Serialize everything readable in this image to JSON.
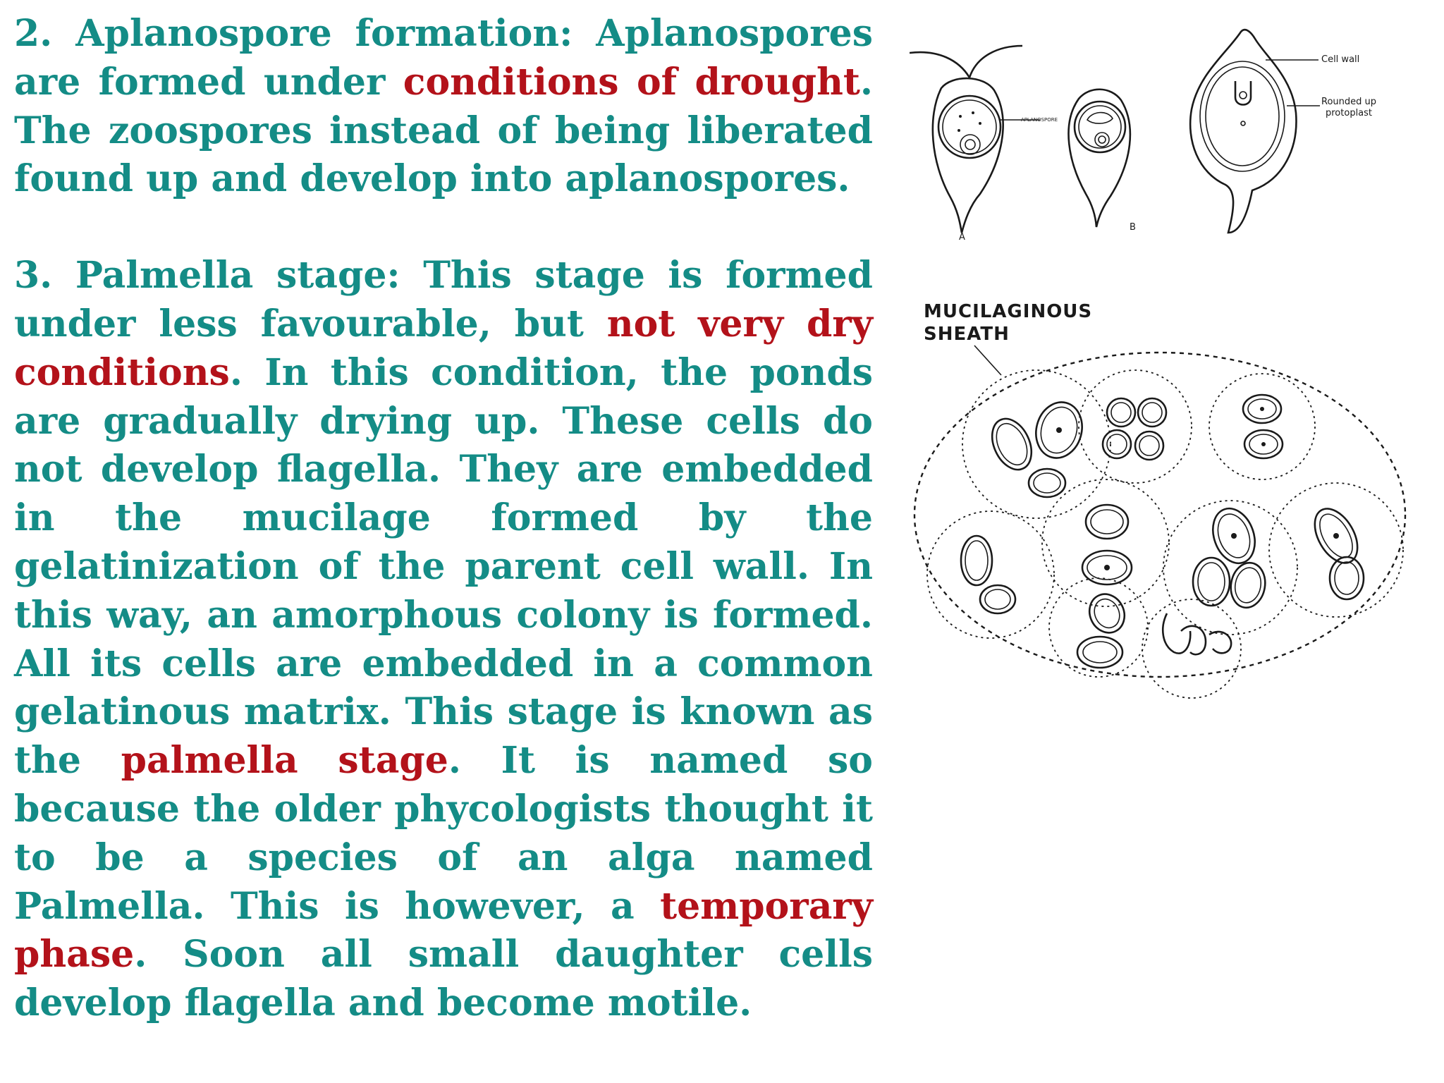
{
  "paragraph2": {
    "part1": "2. Aplanospore formation: Aplanospores are formed under ",
    "highlight1": "conditions of drought",
    "part2": ". The zoospores instead of being liberated found up and develop into aplanospores."
  },
  "paragraph3": {
    "part1": "3. Palmella stage: This stage is formed under less favourable, but ",
    "highlight1": "not very dry conditions",
    "part2": ". In this condition, the ponds are gradually drying up. These cells do not develop flagella. They are embedded in the mucilage formed by the gelatinization of the parent cell wall. In this way, an amorphous colony is formed. All its cells are embedded in a common gelatinous matrix. This stage is known as the ",
    "highlight2": "palmella stage",
    "part3": ". It is named so because the older phycologists thought it to be a species of an alga named Palmella. This is however, a ",
    "highlight3": "temporary phase",
    "part4": ". Soon all small daughter cells develop flagella and become motile."
  },
  "figure_top": {
    "label_aplanospore": "APLANOSPORE",
    "label_cell_wall": "Cell wall",
    "label_rounded_line1": "Rounded up",
    "label_rounded_line2": "protoplast",
    "label_a": "A",
    "label_b": "B"
  },
  "figure_bottom": {
    "label_line1": "MUCILAGINOUS",
    "label_line2": "SHEATH"
  },
  "colors": {
    "body_text": "#148c86",
    "highlight": "#b3121a",
    "background": "#ffffff"
  }
}
